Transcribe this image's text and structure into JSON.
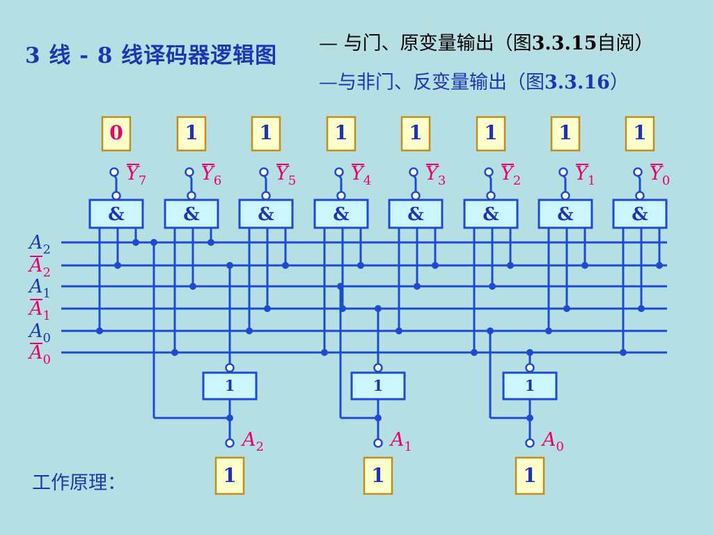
{
  "title": "3 线 - 8 线译码器逻辑图",
  "notes": [
    {
      "prefix": "— 与门、原变量输出（图",
      "num": "3.3.15",
      "suffix": "自阅）"
    },
    {
      "prefix": "—与非门、反变量输出（图",
      "num": "3.3.16",
      "suffix": "）"
    }
  ],
  "outputs": [
    {
      "value": "0",
      "label": "Y",
      "sub": "7",
      "gate": "&"
    },
    {
      "value": "1",
      "label": "Y",
      "sub": "6",
      "gate": "&"
    },
    {
      "value": "1",
      "label": "Y",
      "sub": "5",
      "gate": "&"
    },
    {
      "value": "1",
      "label": "Y",
      "sub": "4",
      "gate": "&"
    },
    {
      "value": "1",
      "label": "Y",
      "sub": "3",
      "gate": "&"
    },
    {
      "value": "1",
      "label": "Y",
      "sub": "2",
      "gate": "&"
    },
    {
      "value": "1",
      "label": "Y",
      "sub": "1",
      "gate": "&"
    },
    {
      "value": "1",
      "label": "Y",
      "sub": "0",
      "gate": "&"
    }
  ],
  "input_lines": [
    {
      "label": "A",
      "sub": "2",
      "bar": false
    },
    {
      "label": "A",
      "sub": "2",
      "bar": true
    },
    {
      "label": "A",
      "sub": "1",
      "bar": false
    },
    {
      "label": "A",
      "sub": "1",
      "bar": true
    },
    {
      "label": "A",
      "sub": "0",
      "bar": false
    },
    {
      "label": "A",
      "sub": "0",
      "bar": true
    }
  ],
  "inverters": [
    {
      "symbol": "1",
      "label": "A",
      "sub": "2",
      "value": "1"
    },
    {
      "symbol": "1",
      "label": "A",
      "sub": "1",
      "value": "1"
    },
    {
      "symbol": "1",
      "label": "A",
      "sub": "0",
      "value": "1"
    }
  ],
  "working_principle": "工作原理：",
  "colors": {
    "background": "#b6dfe3",
    "wire": "#1c4bd1",
    "title": "#1f34b5",
    "label_red": "#e8006e",
    "box_fill": "#ffffcc",
    "box_border": "#c58c1a",
    "gate_fill": "#ccf6ff"
  }
}
